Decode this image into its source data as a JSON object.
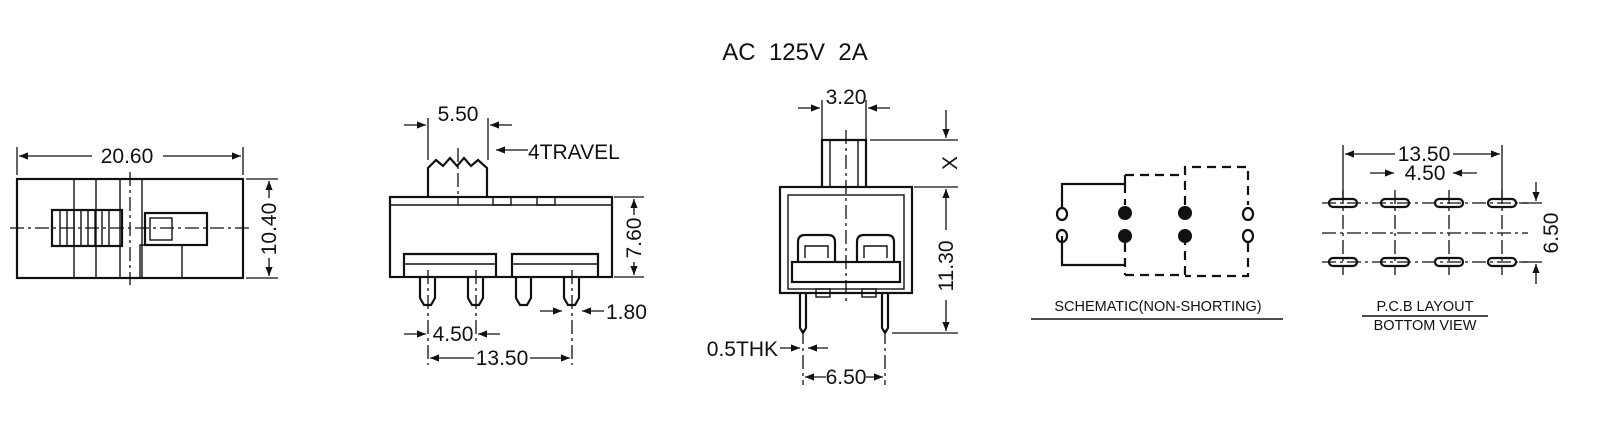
{
  "rating": "AC  125V  2A",
  "top_view": {
    "width_dim": "20.60",
    "height_dim": "10.40"
  },
  "side_view": {
    "actuator_dim": "5.50",
    "travel_label": "4TRAVEL",
    "height_dim": "7.60",
    "pin_pitch_dim": "4.50",
    "pin_span_dim": "13.50",
    "pin_width_dim": "1.80"
  },
  "end_view": {
    "actuator_dim": "3.20",
    "x_label": "X",
    "body_height_dim": "11.30",
    "thickness_label": "0.5THK",
    "pin_span_dim": "6.50"
  },
  "schematic": {
    "caption": "SCHEMATIC(NON-SHORTING)"
  },
  "pcb_layout": {
    "span_dim": "13.50",
    "pitch_dim": "4.50",
    "row_dim": "6.50",
    "caption_1": "P.C.B LAYOUT",
    "caption_2": "BOTTOM VIEW"
  }
}
